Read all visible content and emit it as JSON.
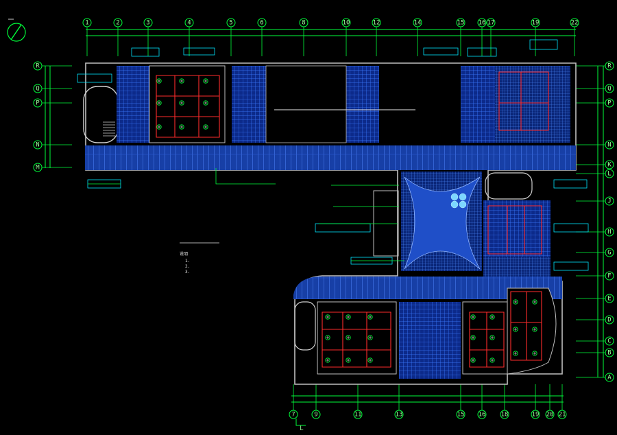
{
  "axes": {
    "top": [
      "1",
      "2",
      "3",
      "4",
      "5",
      "6",
      "8",
      "10",
      "12",
      "14",
      "15",
      "16",
      "17",
      "19",
      "22"
    ],
    "bottom": [
      "7",
      "9",
      "11",
      "13",
      "15",
      "16",
      "18",
      "19",
      "20",
      "21"
    ],
    "left": [
      "R",
      "Q",
      "P",
      "N",
      "M"
    ],
    "right": [
      "R",
      "Q",
      "P",
      "N",
      "K",
      "L",
      "J",
      "H",
      "G",
      "F",
      "E",
      "D",
      "C",
      "B",
      "A"
    ]
  },
  "notes": [
    "说明",
    "1.",
    "2.",
    "3."
  ],
  "bottom_marker": "L",
  "colors": {
    "background": "#000000",
    "grid_green": "#00ff3a",
    "wall_gray": "#bfbfbf",
    "ceiling_blue": "#1c5fe6",
    "circuit_red": "#ff2b2b",
    "label_cyan": "#00e5ff"
  },
  "icons": [
    "north-arrow-icon",
    "fan-symbol-icon",
    "light-fixture-icon"
  ]
}
